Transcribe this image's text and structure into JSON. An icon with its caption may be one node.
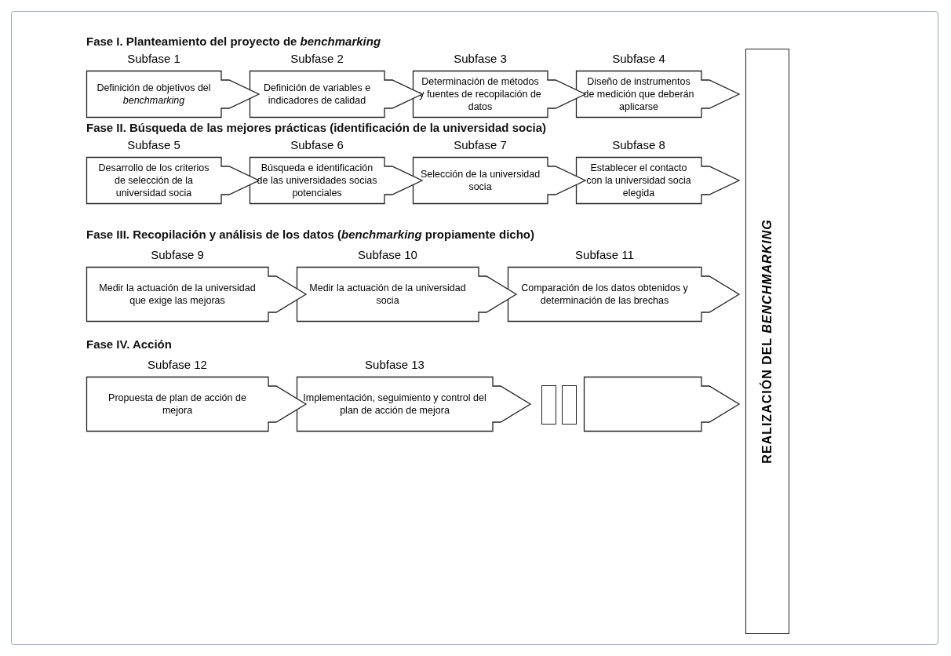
{
  "diagram": {
    "nodes": [
      {
        "text": [
          "Subfase 1",
          "Definición de objetivos del *benchmarking*"
        ]
      },
      {
        "text": [
          "Subfase 2",
          "Definición de variables e indicadores de calidad"
        ]
      },
      {
        "text": [
          "Subfase 3",
          "Determinación de métodos y fuentes de recopilación de datos"
        ]
      },
      {
        "text": [
          "Subfase 4",
          "Diseño de instrumentos de medición que deberán aplicarse"
        ]
      },
      {
        "text": [
          "Subfase 5",
          "Desarrollo de los criterios de selección de la universidad socia"
        ]
      },
      {
        "text": [
          "Subfase 6",
          "Búsqueda e identificación de las universidades socias potenciales"
        ]
      },
      {
        "text": [
          "Subfase 7",
          "Selección de la universidad socia"
        ]
      },
      {
        "text": [
          "Subfase 8",
          "Establecer el contacto con la universidad socia elegida"
        ]
      },
      {
        "text": [
          "Subfase 9",
          "Medir la actuación de la universidad que exige las mejoras"
        ]
      },
      {
        "text": [
          "Subfase 10",
          "Medir la actuación de la universidad socia"
        ]
      },
      {
        "text": [
          "Subfase 11",
          "Comparación de los datos obtenidos y determinación de las brechas"
        ]
      },
      {
        "text": [
          "Subfase 12",
          "Propuesta de plan de acción de mejora"
        ]
      },
      {
        "text": [
          "Subfase 13",
          "Implementación, seguimiento y control del plan de acción de mejora"
        ]
      },
      {
        "text": [],
        "shape": "box"
      },
      {
        "text": [],
        "shape": "box"
      },
      {
        "text": [],
        "shape": "arrow"
      },
      {
        "text": [
          "REALIZACIÓN DEL *BENCHMARKING*"
        ]
      }
    ],
    "labels": [
      "Fase I. Planteamiento del proyecto de *benchmarking*",
      "Fase II. Búsqueda de las mejores prácticas (identificación de la universidad socia)",
      "Fase III. Recopilación y análisis de los datos (*benchmarking* propiamente dicho)",
      "Fase IV. Acción"
    ]
  }
}
